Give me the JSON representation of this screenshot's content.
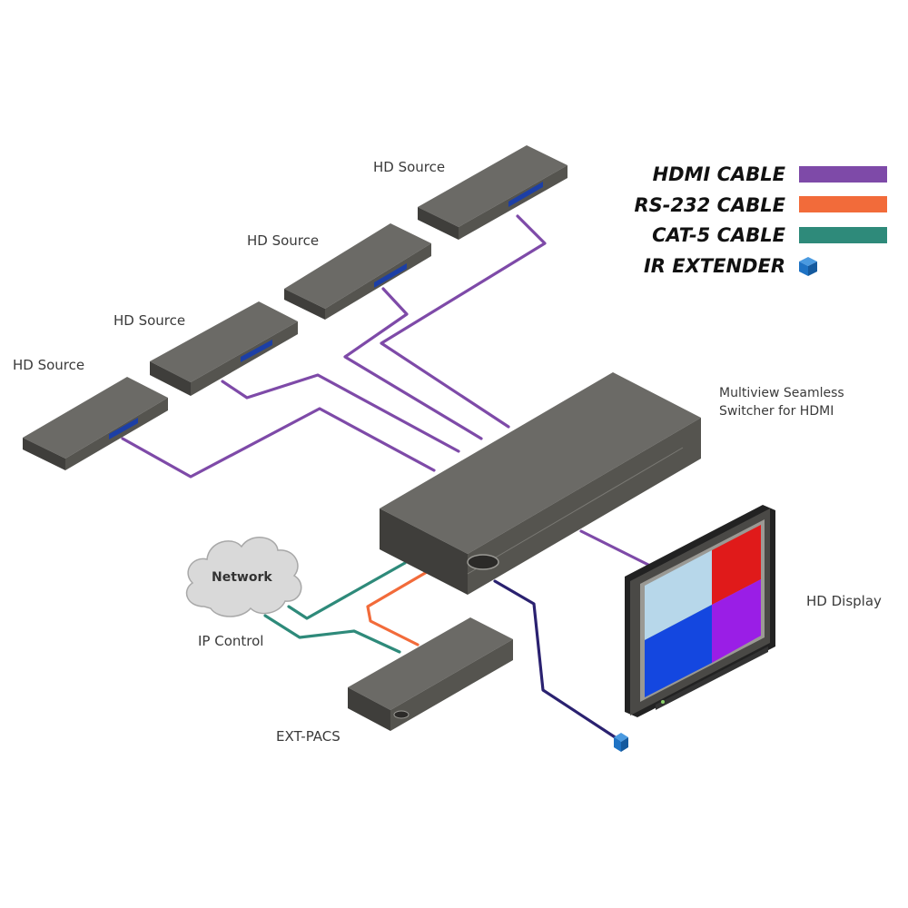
{
  "legend": {
    "items": [
      {
        "label": "HDMI CABLE",
        "color": "#7e4aa8",
        "kind": "line"
      },
      {
        "label": "RS-232 CABLE",
        "color": "#f26b3a",
        "kind": "line"
      },
      {
        "label": "CAT-5 CABLE",
        "color": "#2e8a7a",
        "kind": "line"
      },
      {
        "label": "IR EXTENDER",
        "color": "#1f73c4",
        "kind": "cube"
      }
    ]
  },
  "devices": {
    "sources": [
      {
        "label": "HD Source"
      },
      {
        "label": "HD Source"
      },
      {
        "label": "HD Source"
      },
      {
        "label": "HD Source"
      }
    ],
    "switcher": {
      "label_line1": "Multiview Seamless",
      "label_line2": "Switcher for HDMI"
    },
    "display": {
      "label": "HD Display",
      "quadrant_colors": [
        "#b7d7ea",
        "#e01a1a",
        "#1447e0",
        "#9a1ee6"
      ]
    },
    "network": {
      "cloud_label": "Network",
      "caption": "IP Control"
    },
    "ext_pacs": {
      "label": "EXT-PACS"
    }
  },
  "colors": {
    "hdmi": "#7e4aa8",
    "rs232": "#f26b3a",
    "cat5": "#2e8a7a",
    "ir": "#2a2170",
    "ir_cube": "#1f73c4",
    "device_top": "#6b6a66",
    "device_front": "#3f3e3b",
    "device_side": "#55544f"
  }
}
